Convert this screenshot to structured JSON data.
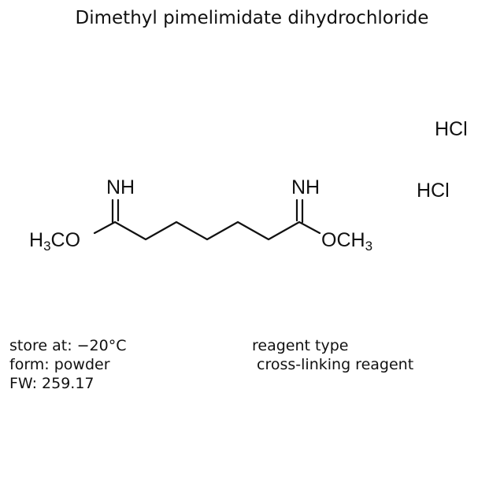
{
  "title": "Dimethyl pimelimidate dihydrochloride",
  "structure": {
    "left_group": {
      "h": "H",
      "sub": "3",
      "rest": "CO"
    },
    "right_group": {
      "pre": "OCH",
      "sub": "3"
    },
    "imine_left": "NH",
    "imine_right": "NH",
    "salts": [
      "HCl",
      "HCl"
    ]
  },
  "properties": {
    "storage": "store at: −20°C",
    "form": "form: powder",
    "fw": "FW: 259.17",
    "reagent_type_label": "reagent type",
    "reagent_type_value": " cross-linking reagent"
  }
}
